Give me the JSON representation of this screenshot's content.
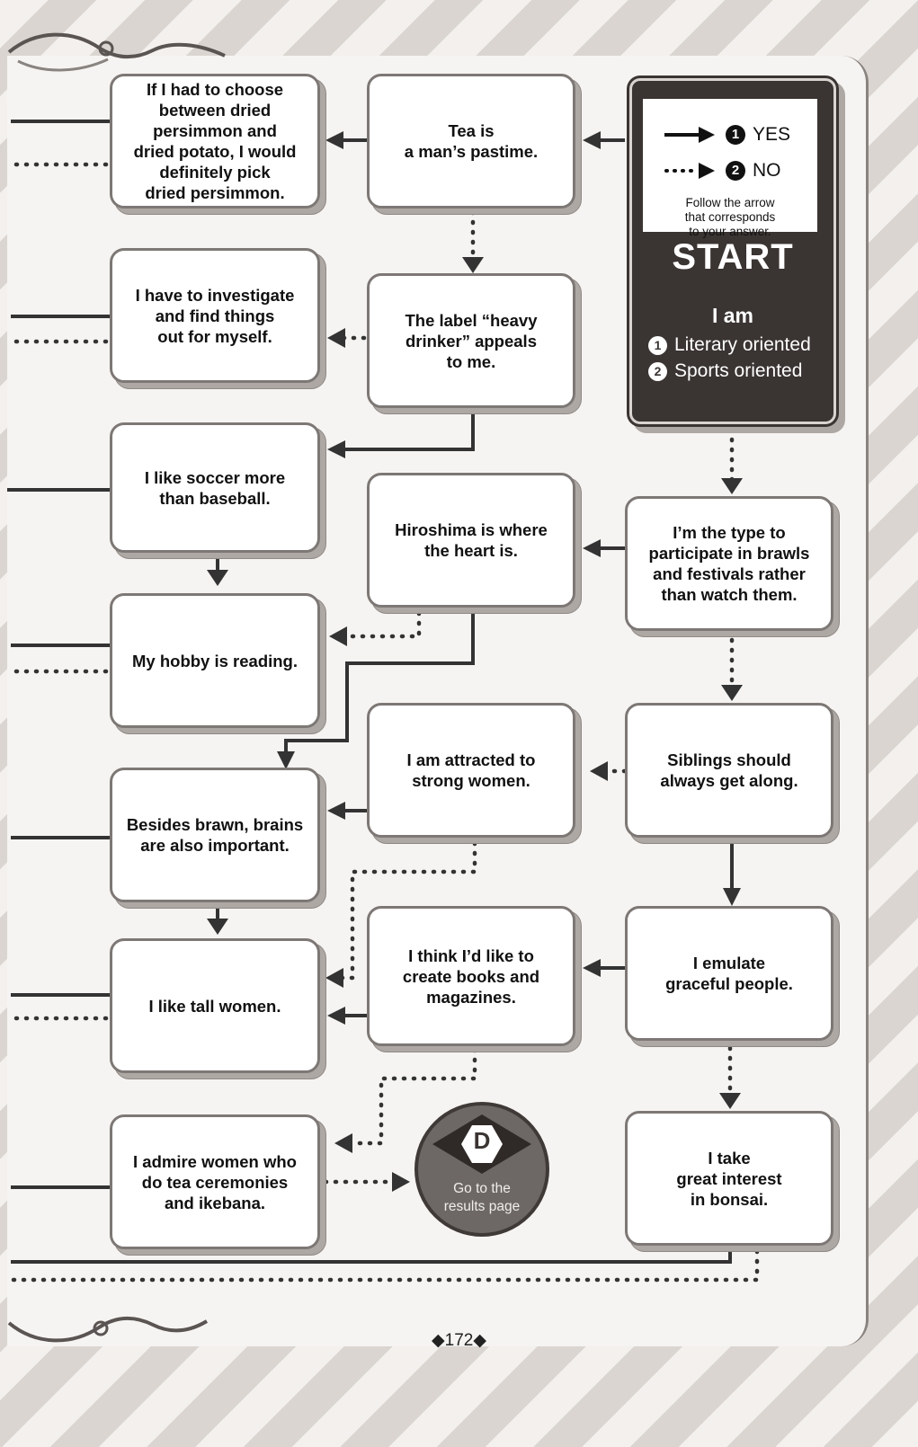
{
  "legend": {
    "yes_num": "1",
    "yes_label": "YES",
    "no_num": "2",
    "no_label": "NO",
    "note": "Follow the arrow\nthat corresponds\nto your answer."
  },
  "start": {
    "title": "START",
    "question": "I am",
    "option1_num": "1",
    "option1": "Literary oriented",
    "option2_num": "2",
    "option2": "Sports oriented"
  },
  "questions": {
    "tea": "Tea is\na man’s pastime.",
    "persimmon": "If I had to choose\nbetween dried\npersimmon and\ndried potato, I would\ndefinitely pick\ndried persimmon.",
    "heavy": "The label “heavy\ndrinker” appeals\nto me.",
    "investigate": "I have to investigate\nand find things\nout for myself.",
    "soccer": "I like soccer more\nthan baseball.",
    "hiroshima": "Hiroshima is where\nthe heart is.",
    "brawls": "I’m the type to\nparticipate in brawls\nand festivals rather\nthan watch them.",
    "reading": "My hobby is reading.",
    "strong": "I am attracted to\nstrong women.",
    "siblings": "Siblings should\nalways get along.",
    "brains": "Besides brawn, brains\nare also important.",
    "books": "I think I’d like to\ncreate books and\nmagazines.",
    "graceful": "I emulate\ngraceful people.",
    "tall": "I like tall women.",
    "ikebana": "I admire women who\ndo tea ceremonies\nand ikebana.",
    "bonsai": "I take\ngreat interest\nin bonsai."
  },
  "result": {
    "letter": "D",
    "text": "Go to the\nresults page"
  },
  "page_number": "◆172◆"
}
